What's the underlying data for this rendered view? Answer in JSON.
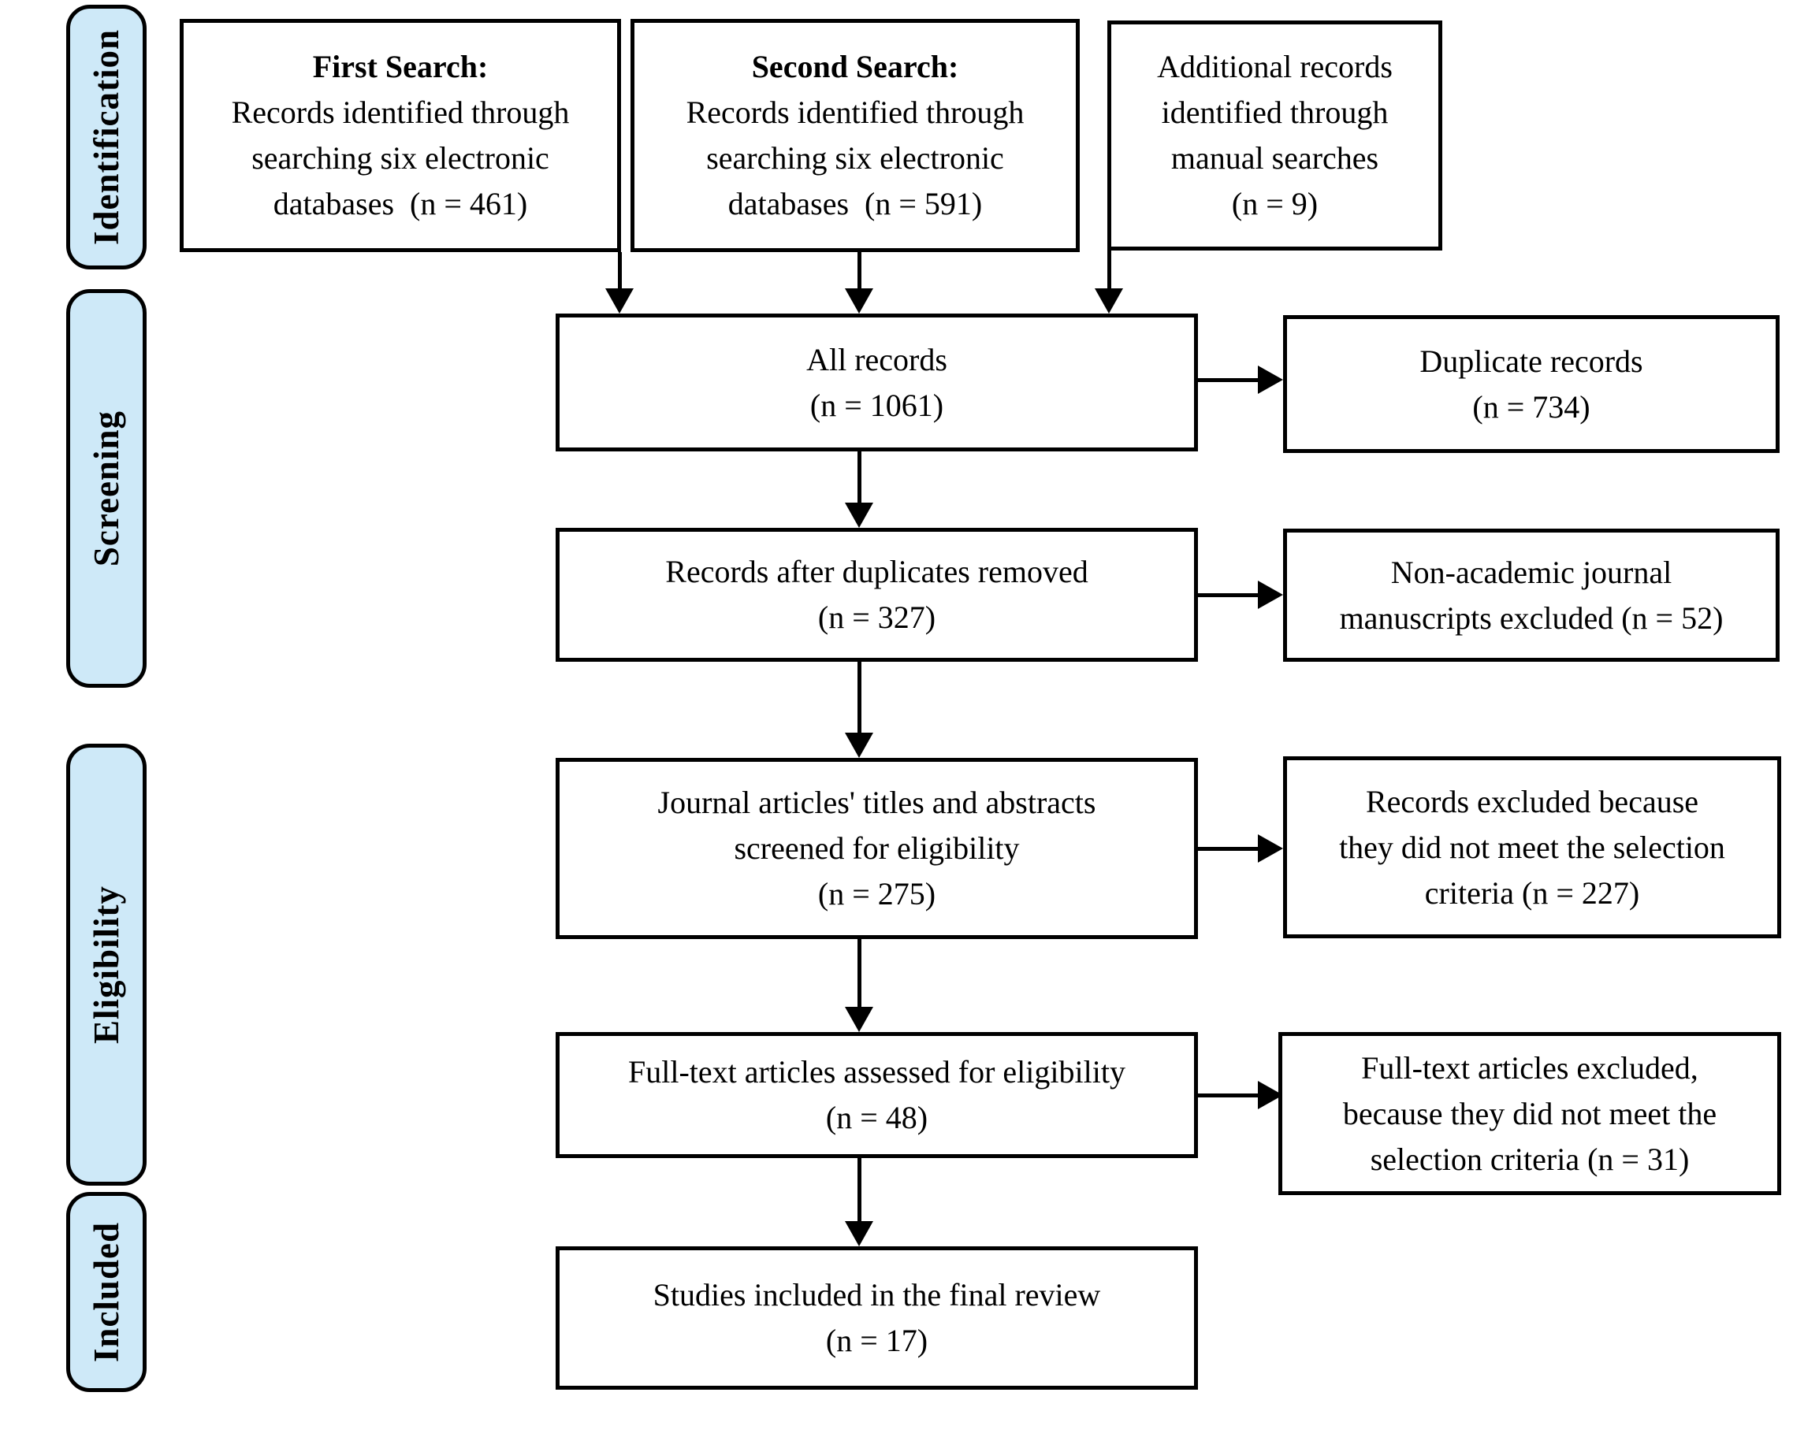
{
  "stages": [
    {
      "label": "Identification"
    },
    {
      "label": "Screening"
    },
    {
      "label": "Eligibility"
    },
    {
      "label": "Included"
    }
  ],
  "boxes": {
    "first_search": {
      "title": "First Search:",
      "lines": [
        "Records identified through",
        "searching six electronic",
        "databases  (n = 461)"
      ]
    },
    "second_search": {
      "title": "Second Search:",
      "lines": [
        "Records identified through",
        "searching six electronic",
        "databases  (n = 591)"
      ]
    },
    "manual_search": {
      "lines": [
        "Additional records",
        "identified through",
        "manual searches",
        "(n = 9)"
      ]
    },
    "all_records": {
      "lines": [
        "All records",
        "(n = 1061)"
      ]
    },
    "duplicate_records": {
      "lines": [
        "Duplicate records",
        "(n = 734)"
      ]
    },
    "after_duplicates": {
      "lines": [
        "Records after duplicates removed",
        "(n = 327)"
      ]
    },
    "non_academic_excluded": {
      "lines": [
        "Non-academic journal",
        "manuscripts excluded (n = 52)"
      ]
    },
    "titles_abstracts_screened": {
      "lines": [
        "Journal articles' titles and abstracts",
        "screened for eligibility",
        "(n = 275)"
      ]
    },
    "records_excluded": {
      "lines": [
        "Records excluded because",
        "they did not meet the selection",
        "criteria (n = 227)"
      ]
    },
    "fulltext_assessed": {
      "lines": [
        "Full-text articles assessed for eligibility",
        "(n = 48)"
      ]
    },
    "fulltext_excluded": {
      "lines": [
        "Full-text articles excluded,",
        "because they did not meet the",
        "selection criteria (n = 31)"
      ]
    },
    "studies_included": {
      "lines": [
        "Studies included in the final review",
        "(n = 17)"
      ]
    }
  },
  "colors": {
    "stage_fill": "#CEE9F8",
    "line": "#000000",
    "box_fill": "#FFFFFF",
    "page_bg": "#FFFFFF"
  }
}
